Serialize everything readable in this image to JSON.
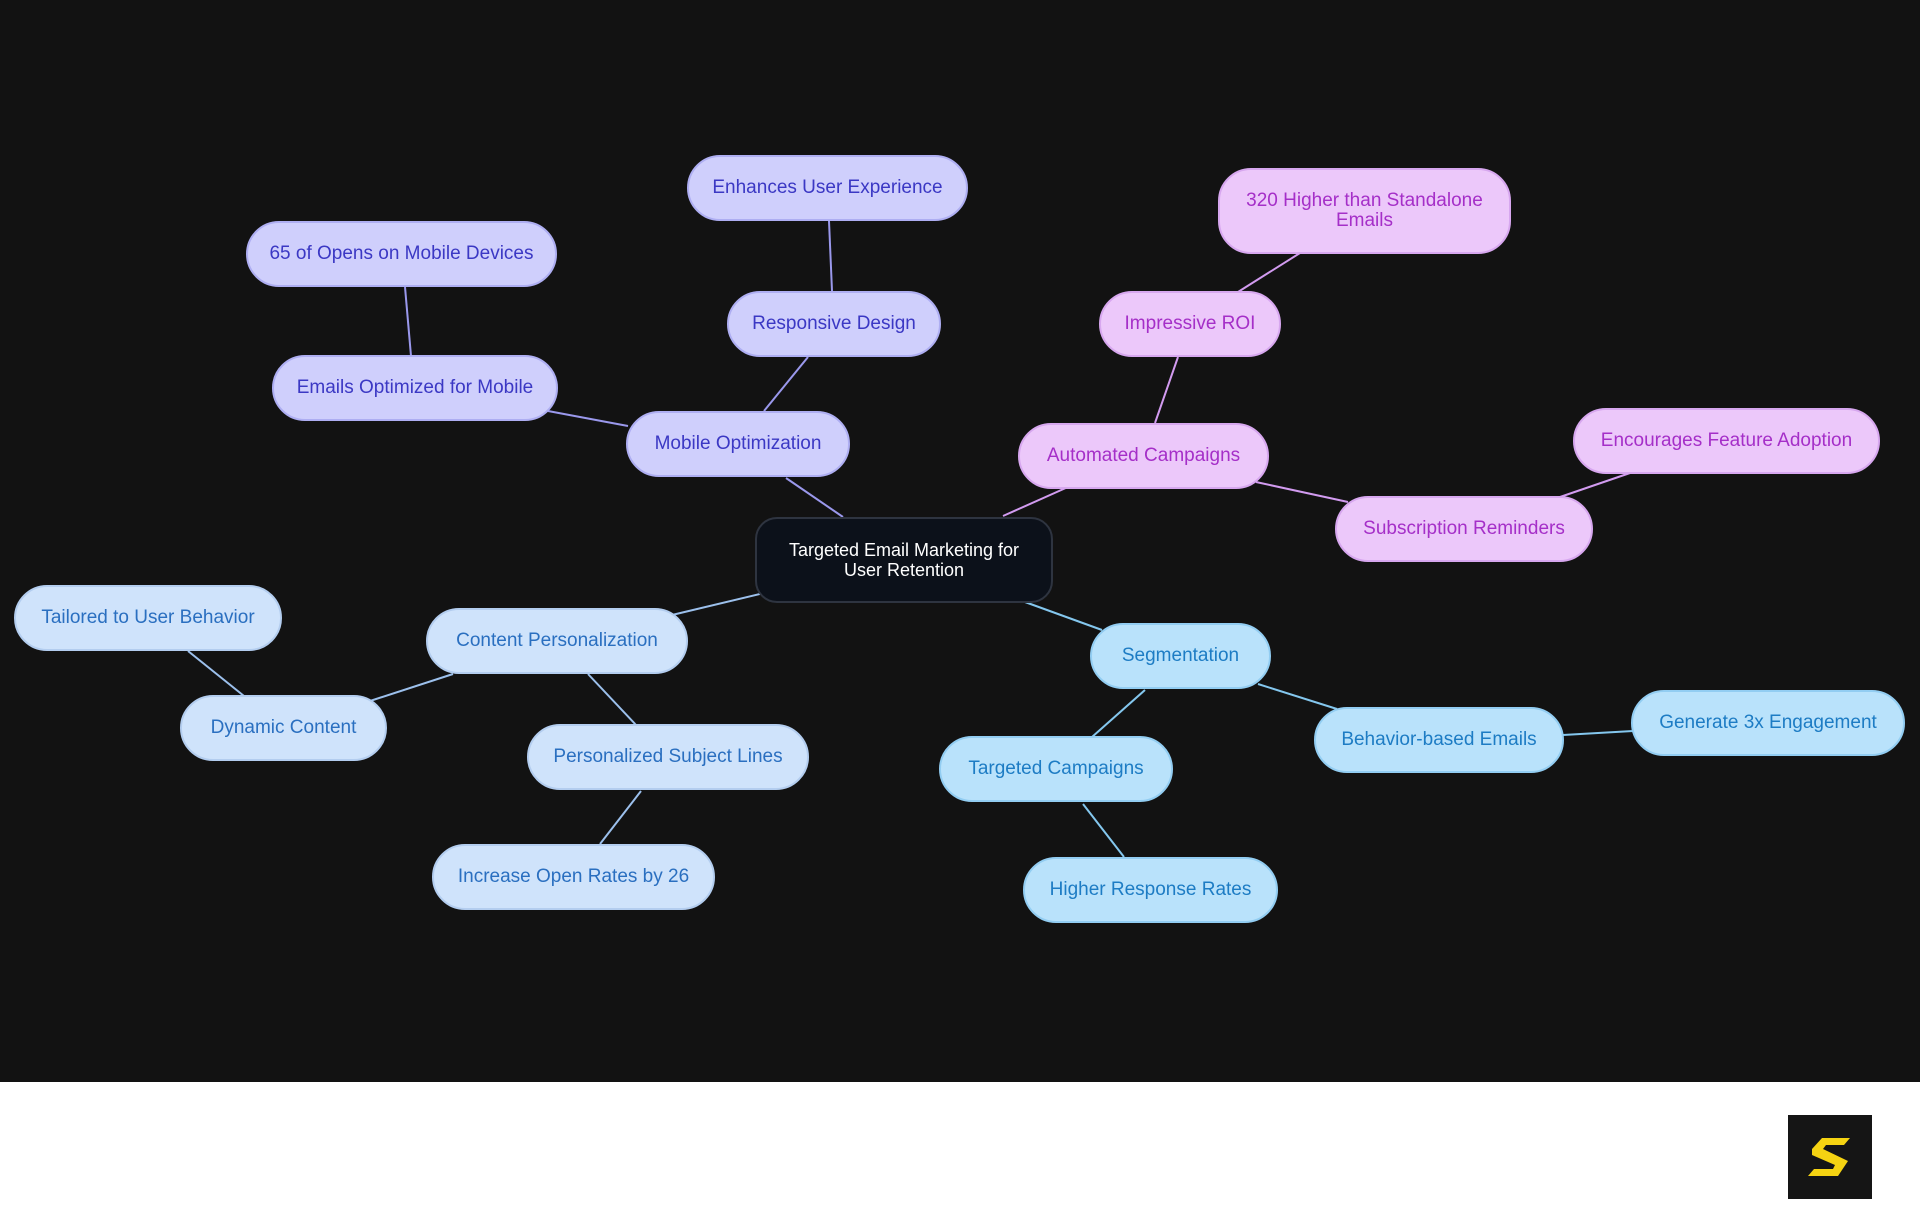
{
  "diagram": {
    "root": "Targeted Email Marketing for User Retention",
    "branches": [
      {
        "label": "Mobile Optimization",
        "children": [
          {
            "label": "Emails Optimized for Mobile",
            "children": [
              "65 of Opens on Mobile Devices"
            ]
          },
          {
            "label": "Responsive Design",
            "children": [
              "Enhances User Experience"
            ]
          }
        ]
      },
      {
        "label": "Automated Campaigns",
        "children": [
          {
            "label": "Impressive ROI",
            "children": [
              "320 Higher than Standalone Emails"
            ]
          },
          {
            "label": "Subscription Reminders",
            "children": [
              "Encourages Feature Adoption"
            ]
          }
        ]
      },
      {
        "label": "Content Personalization",
        "children": [
          {
            "label": "Dynamic Content",
            "children": [
              "Tailored to User Behavior"
            ]
          },
          {
            "label": "Personalized Subject Lines",
            "children": [
              "Increase Open Rates by 26"
            ]
          }
        ]
      },
      {
        "label": "Segmentation",
        "children": [
          {
            "label": "Targeted Campaigns",
            "children": [
              "Higher Response Rates"
            ]
          },
          {
            "label": "Behavior-based Emails",
            "children": [
              "Generate 3x Engagement"
            ]
          }
        ]
      }
    ]
  },
  "colors": {
    "canvas_background": "#121212",
    "mobile_branch": "#cfcffc",
    "automated_branch": "#ecc8fa",
    "personalization_branch": "#cfe3fb",
    "segmentation_branch": "#b9e2fb",
    "logo_mark": "#f5d312"
  },
  "logo": {
    "icon": "s-logo-icon"
  }
}
